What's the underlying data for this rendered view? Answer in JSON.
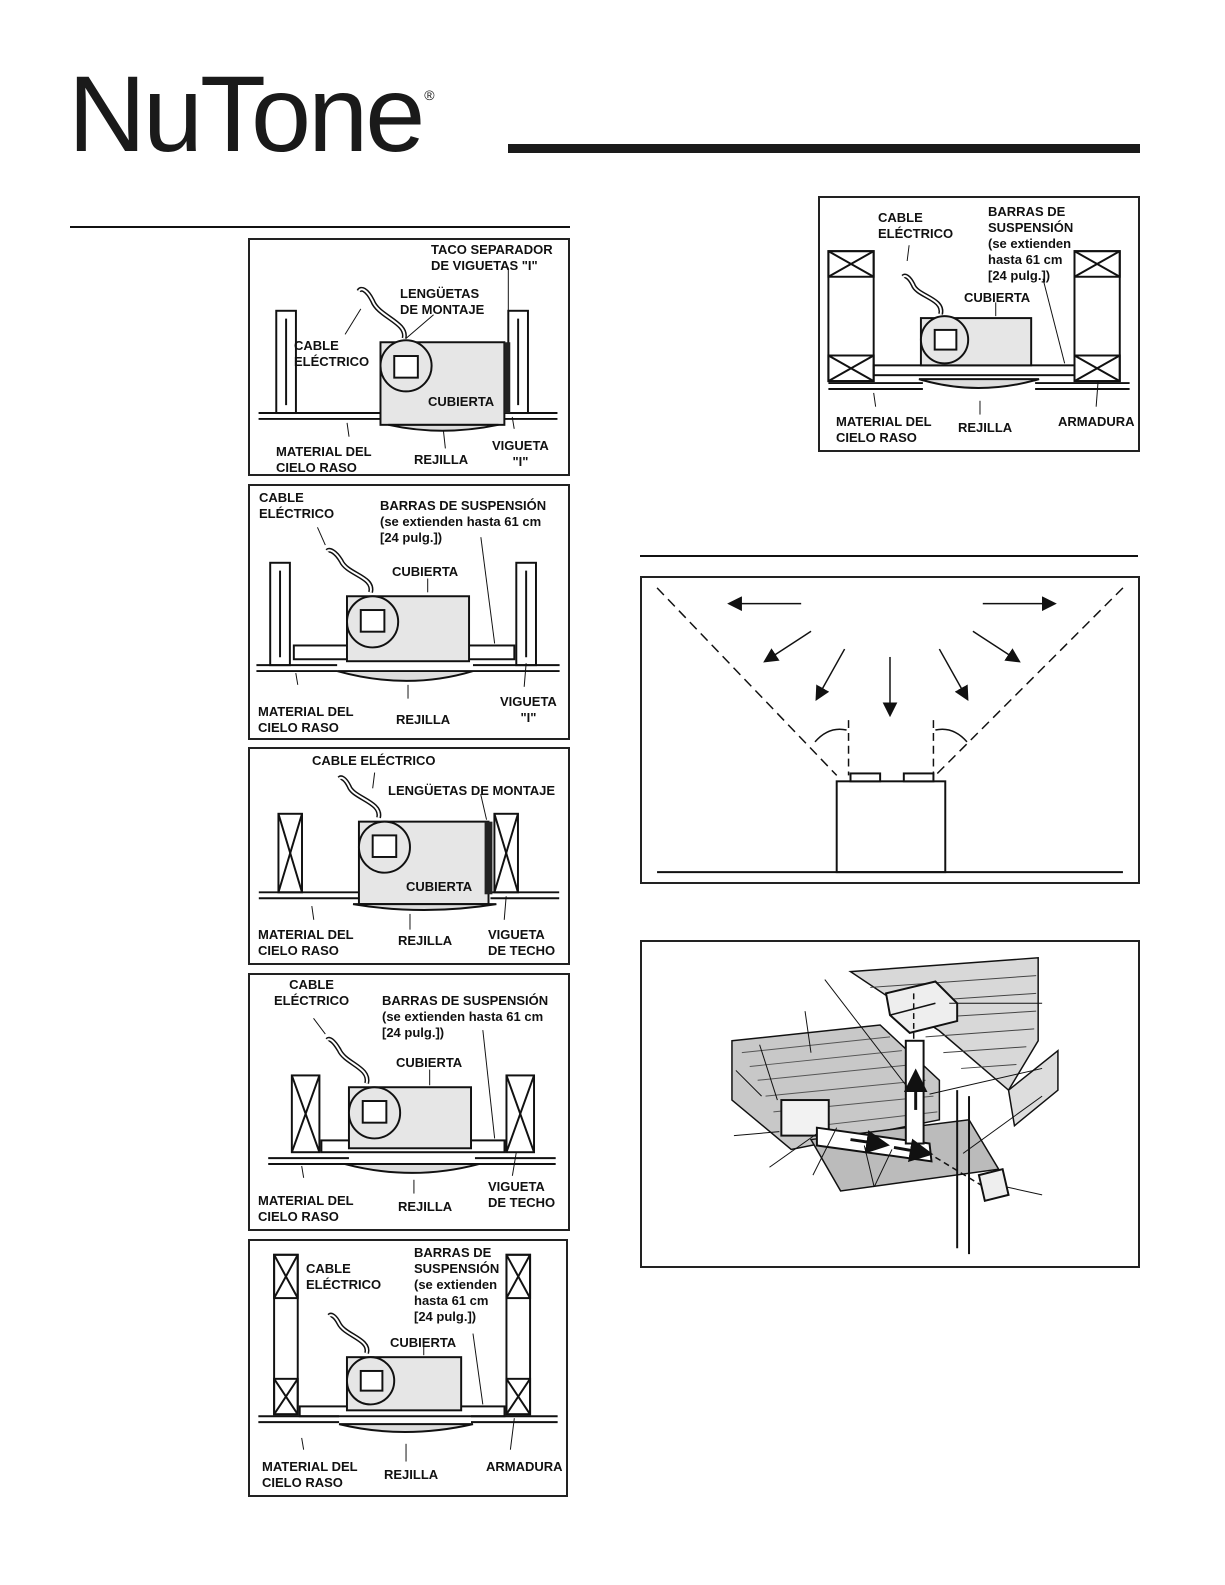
{
  "brand": {
    "name": "NuTone",
    "mark": "®"
  },
  "fig1": {
    "spacer": "TACO SEPARADOR\nDE VIGUETAS \"I\"",
    "tabs": "LENGÜETAS\nDE MONTAJE",
    "cable": "CABLE\nELÉCTRICO",
    "housing": "CUBIERTA",
    "ceiling": "MATERIAL DEL\nCIELO RASO",
    "grille": "REJILLA",
    "joist": "VIGUETA\n\"I\""
  },
  "fig2": {
    "cable": "CABLE\nELÉCTRICO",
    "bars": "BARRAS DE SUSPENSIÓN\n(se extienden hasta 61 cm\n[24 pulg.])",
    "housing": "CUBIERTA",
    "ceiling": "MATERIAL DEL\nCIELO RASO",
    "grille": "REJILLA",
    "joist": "VIGUETA\n\"I\""
  },
  "fig3": {
    "cable": "CABLE ELÉCTRICO",
    "tabs": "LENGÜETAS DE MONTAJE",
    "housing": "CUBIERTA",
    "ceiling": "MATERIAL DEL\nCIELO RASO",
    "grille": "REJILLA",
    "joist": "VIGUETA\nDE TECHO"
  },
  "fig4": {
    "cable": "CABLE\nELÉCTRICO",
    "bars": "BARRAS DE SUSPENSIÓN\n(se extienden hasta 61 cm\n[24 pulg.])",
    "housing": "CUBIERTA",
    "ceiling": "MATERIAL DEL\nCIELO RASO",
    "grille": "REJILLA",
    "joist": "VIGUETA\nDE TECHO"
  },
  "fig5": {
    "cable": "CABLE\nELÉCTRICO",
    "bars": "BARRAS DE\nSUSPENSIÓN\n(se extienden\nhasta 61 cm\n[24 pulg.])",
    "housing": "CUBIERTA",
    "ceiling": "MATERIAL DEL\nCIELO RASO",
    "grille": "REJILLA",
    "truss": "ARMADURA"
  },
  "fig6": {
    "cable": "CABLE\nELÉCTRICO",
    "bars": "BARRAS DE\nSUSPENSIÓN\n(se extienden\nhasta 61 cm\n[24 pulg.])",
    "housing": "CUBIERTA",
    "ceiling": "MATERIAL DEL\nCIELO RASO",
    "grille": "REJILLA",
    "truss": "ARMADURA"
  }
}
